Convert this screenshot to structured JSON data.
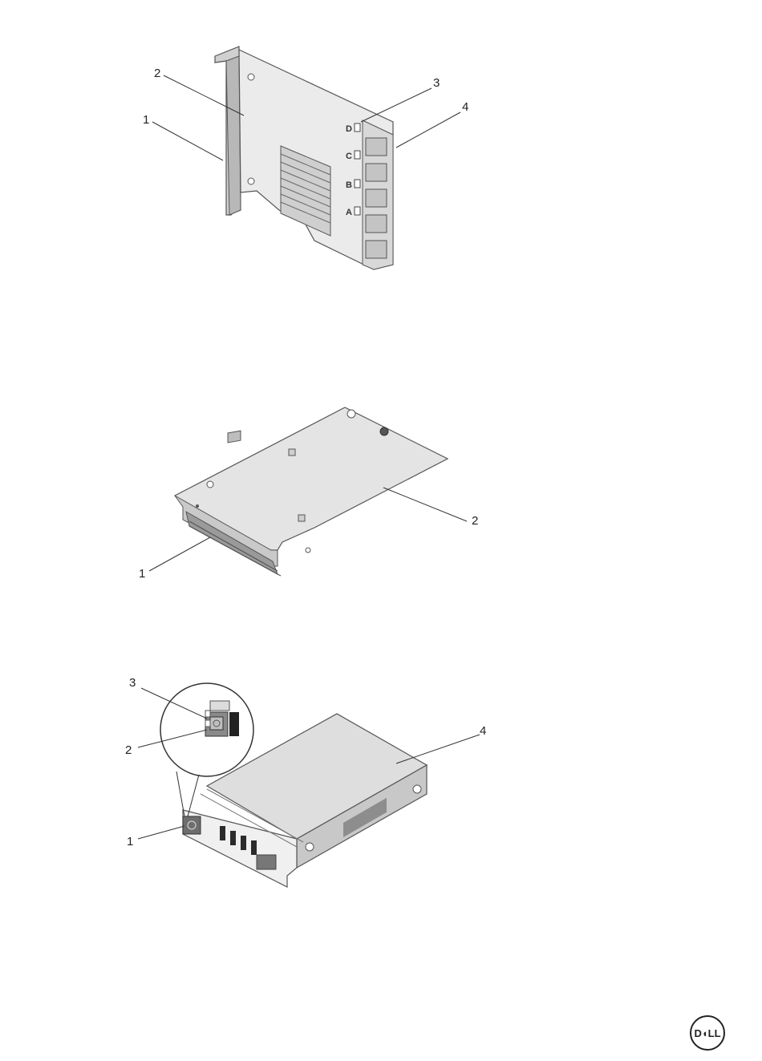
{
  "figures": [
    {
      "id": "pcie-controller-card",
      "callouts": [
        "1",
        "2",
        "3",
        "4"
      ],
      "port_labels": [
        "D",
        "C",
        "B",
        "A"
      ]
    },
    {
      "id": "mini-controller-card",
      "callouts": [
        "1",
        "2"
      ]
    },
    {
      "id": "hard-drive-carrier",
      "callouts": [
        "1",
        "2",
        "3",
        "4"
      ]
    }
  ],
  "footer": {
    "logo_text": "D◖LL",
    "logo_icon": "dell-logo-icon"
  },
  "colors": {
    "line": "#333333",
    "panel_fill": "#e6e6e6",
    "panel_dark": "#bdbdbd"
  }
}
